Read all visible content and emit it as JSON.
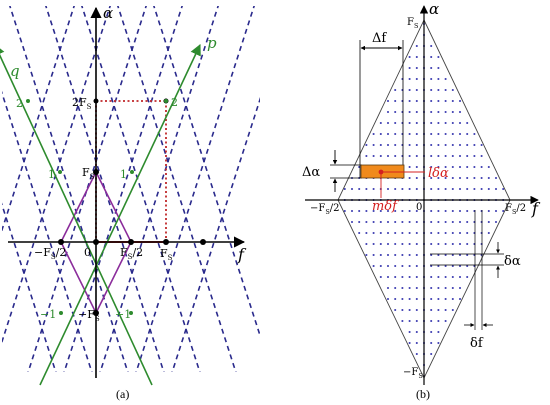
{
  "panel_a": {
    "caption": "(a)",
    "axis_alpha": "α",
    "axis_f": "f",
    "label_p": "p",
    "label_q": "q",
    "label_2Fs": "2F",
    "label_2Fs_sub": "S",
    "label_Fs_top": "F",
    "label_Fs_top_sub": "S",
    "label_minusFs": "−F",
    "label_minusFs_sub": "S",
    "label_origin": "0",
    "label_minus_half": "−F",
    "label_minus_half_sub": "S",
    "label_minus_half_tail": "/2",
    "label_plus_half": "F",
    "label_plus_half_sub": "S",
    "label_plus_half_tail": "/2",
    "label_Fs_right": "F",
    "label_Fs_right_sub": "S",
    "green_labels": [
      "2",
      "1",
      "1",
      "2",
      "−1",
      "−1"
    ],
    "colors": {
      "axis": "#000000",
      "dashed": "#2a2a8c",
      "green": "#2e8b2e",
      "purple": "#8b2d9b",
      "red": "#c0282a"
    }
  },
  "panel_b": {
    "caption": "(b)",
    "axis_alpha": "α",
    "axis_f": "f",
    "label_top_Fs": "F",
    "label_top_Fs_sub": "S",
    "label_bottom_Fs": "−F",
    "label_bottom_Fs_sub": "S",
    "label_left_half": "−F",
    "label_left_half_sub": "S",
    "label_left_half_tail": "/2",
    "label_right_half": "F",
    "label_right_half_sub": "S",
    "label_right_half_tail": "/2",
    "label_origin": "0",
    "label_delta_f": "Δf",
    "label_delta_alpha": "Δα",
    "label_l_delta_alpha": "lδα",
    "label_m_delta_f": "mδf",
    "label_small_delta_alpha": "δα",
    "label_small_delta_f": "δf",
    "colors": {
      "grid_dot": "#3b3bb0",
      "rect_fill": "#f08a1c",
      "red": "#d42020"
    }
  }
}
